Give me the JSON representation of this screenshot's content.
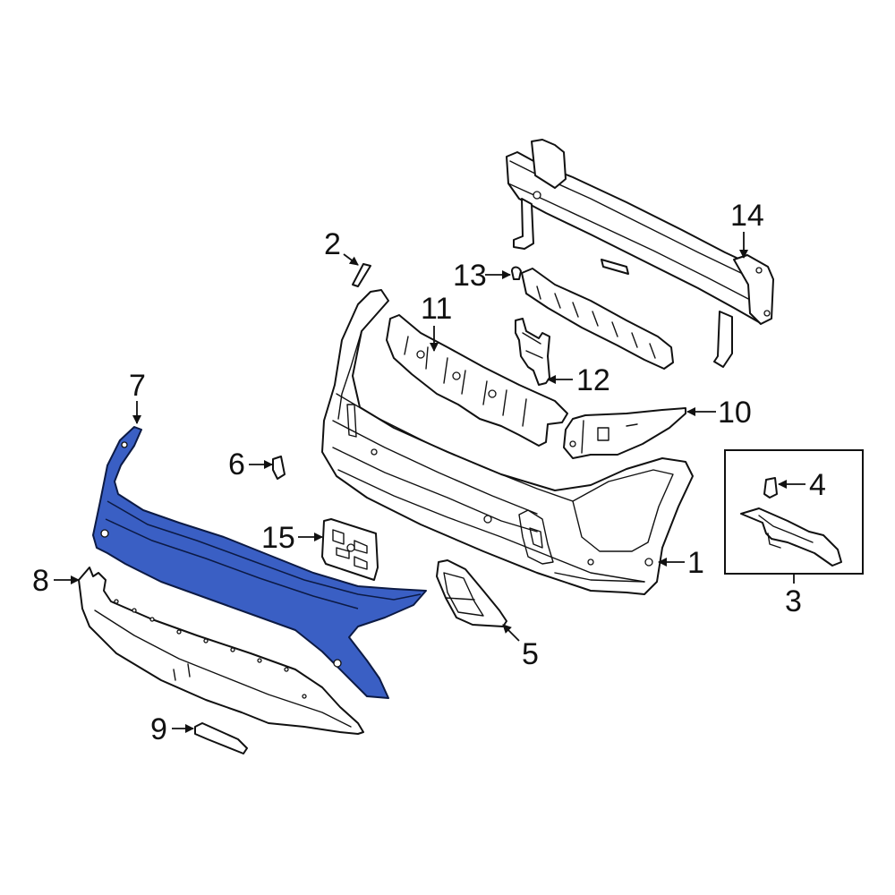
{
  "diagram": {
    "type": "exploded-parts-diagram",
    "subject": "Front bumper assembly",
    "highlight_color": "#3a5fc4",
    "highlighted_part": "7",
    "callouts": [
      {
        "id": "1",
        "label": "1"
      },
      {
        "id": "2",
        "label": "2"
      },
      {
        "id": "3",
        "label": "3"
      },
      {
        "id": "4",
        "label": "4"
      },
      {
        "id": "5",
        "label": "5"
      },
      {
        "id": "6",
        "label": "6"
      },
      {
        "id": "7",
        "label": "7"
      },
      {
        "id": "8",
        "label": "8"
      },
      {
        "id": "9",
        "label": "9"
      },
      {
        "id": "10",
        "label": "10"
      },
      {
        "id": "11",
        "label": "11"
      },
      {
        "id": "12",
        "label": "12"
      },
      {
        "id": "13",
        "label": "13"
      },
      {
        "id": "14",
        "label": "14"
      },
      {
        "id": "15",
        "label": "15"
      }
    ],
    "inset": {
      "callout": "3",
      "contains": [
        "4"
      ]
    }
  }
}
